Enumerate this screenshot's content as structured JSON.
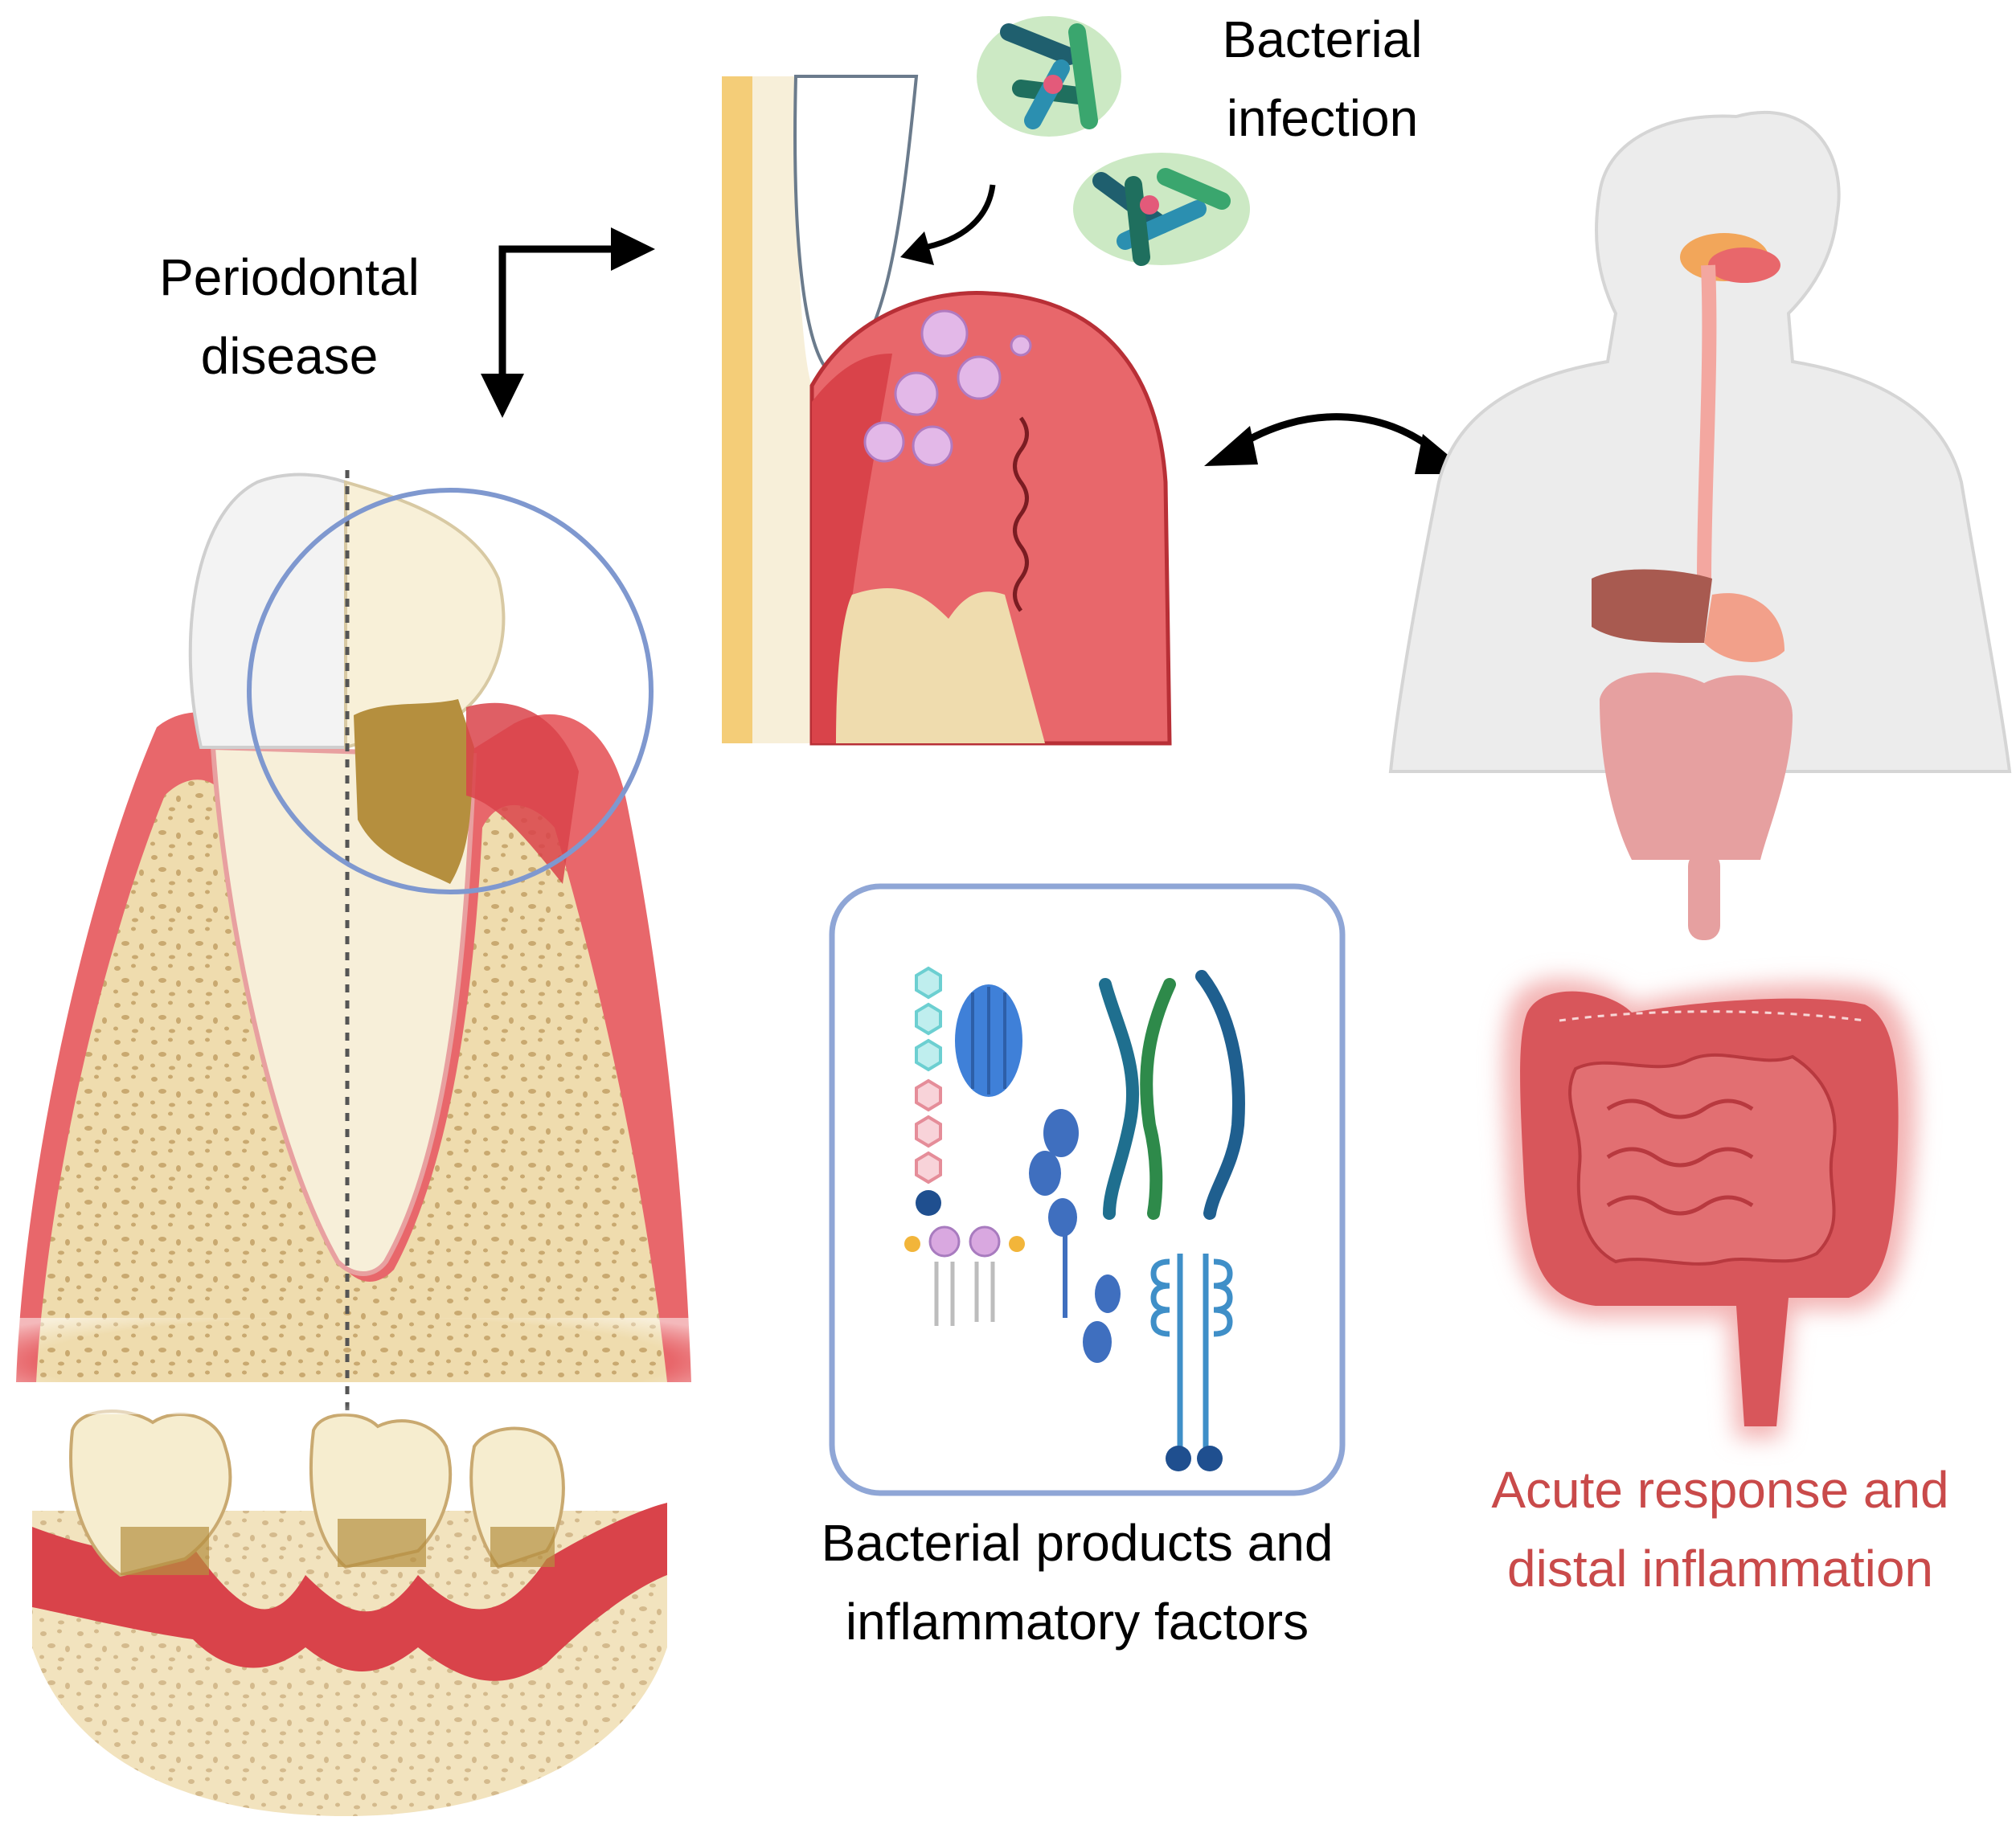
{
  "labels": {
    "periodontal_disease": [
      "Periodontal",
      "disease"
    ],
    "bacterial_infection": [
      "Bacterial",
      "infection"
    ],
    "bacterial_products": [
      "Bacterial products and",
      "inflammatory factors"
    ],
    "acute_response": [
      "Acute response and",
      "distal inflammation"
    ]
  },
  "colors": {
    "text": "#000000",
    "accent_red": "#c94a4a",
    "gum": "#e8676b",
    "gum_dark": "#d9434a",
    "bone": "#efdcae",
    "bone_speckle": "#c9a970",
    "tooth": "#f7efd9",
    "plaque": "#b58f3e",
    "highlight_blue": "#7f98cf",
    "intestine": "#d8565b",
    "body": "#ececec"
  },
  "icons": [
    "tooth-cross-section-icon",
    "gingiva-tissue-icon",
    "bacteria-cluster-icon",
    "human-body-digestive-icon",
    "intestine-icon",
    "molecule-factors-icon"
  ]
}
